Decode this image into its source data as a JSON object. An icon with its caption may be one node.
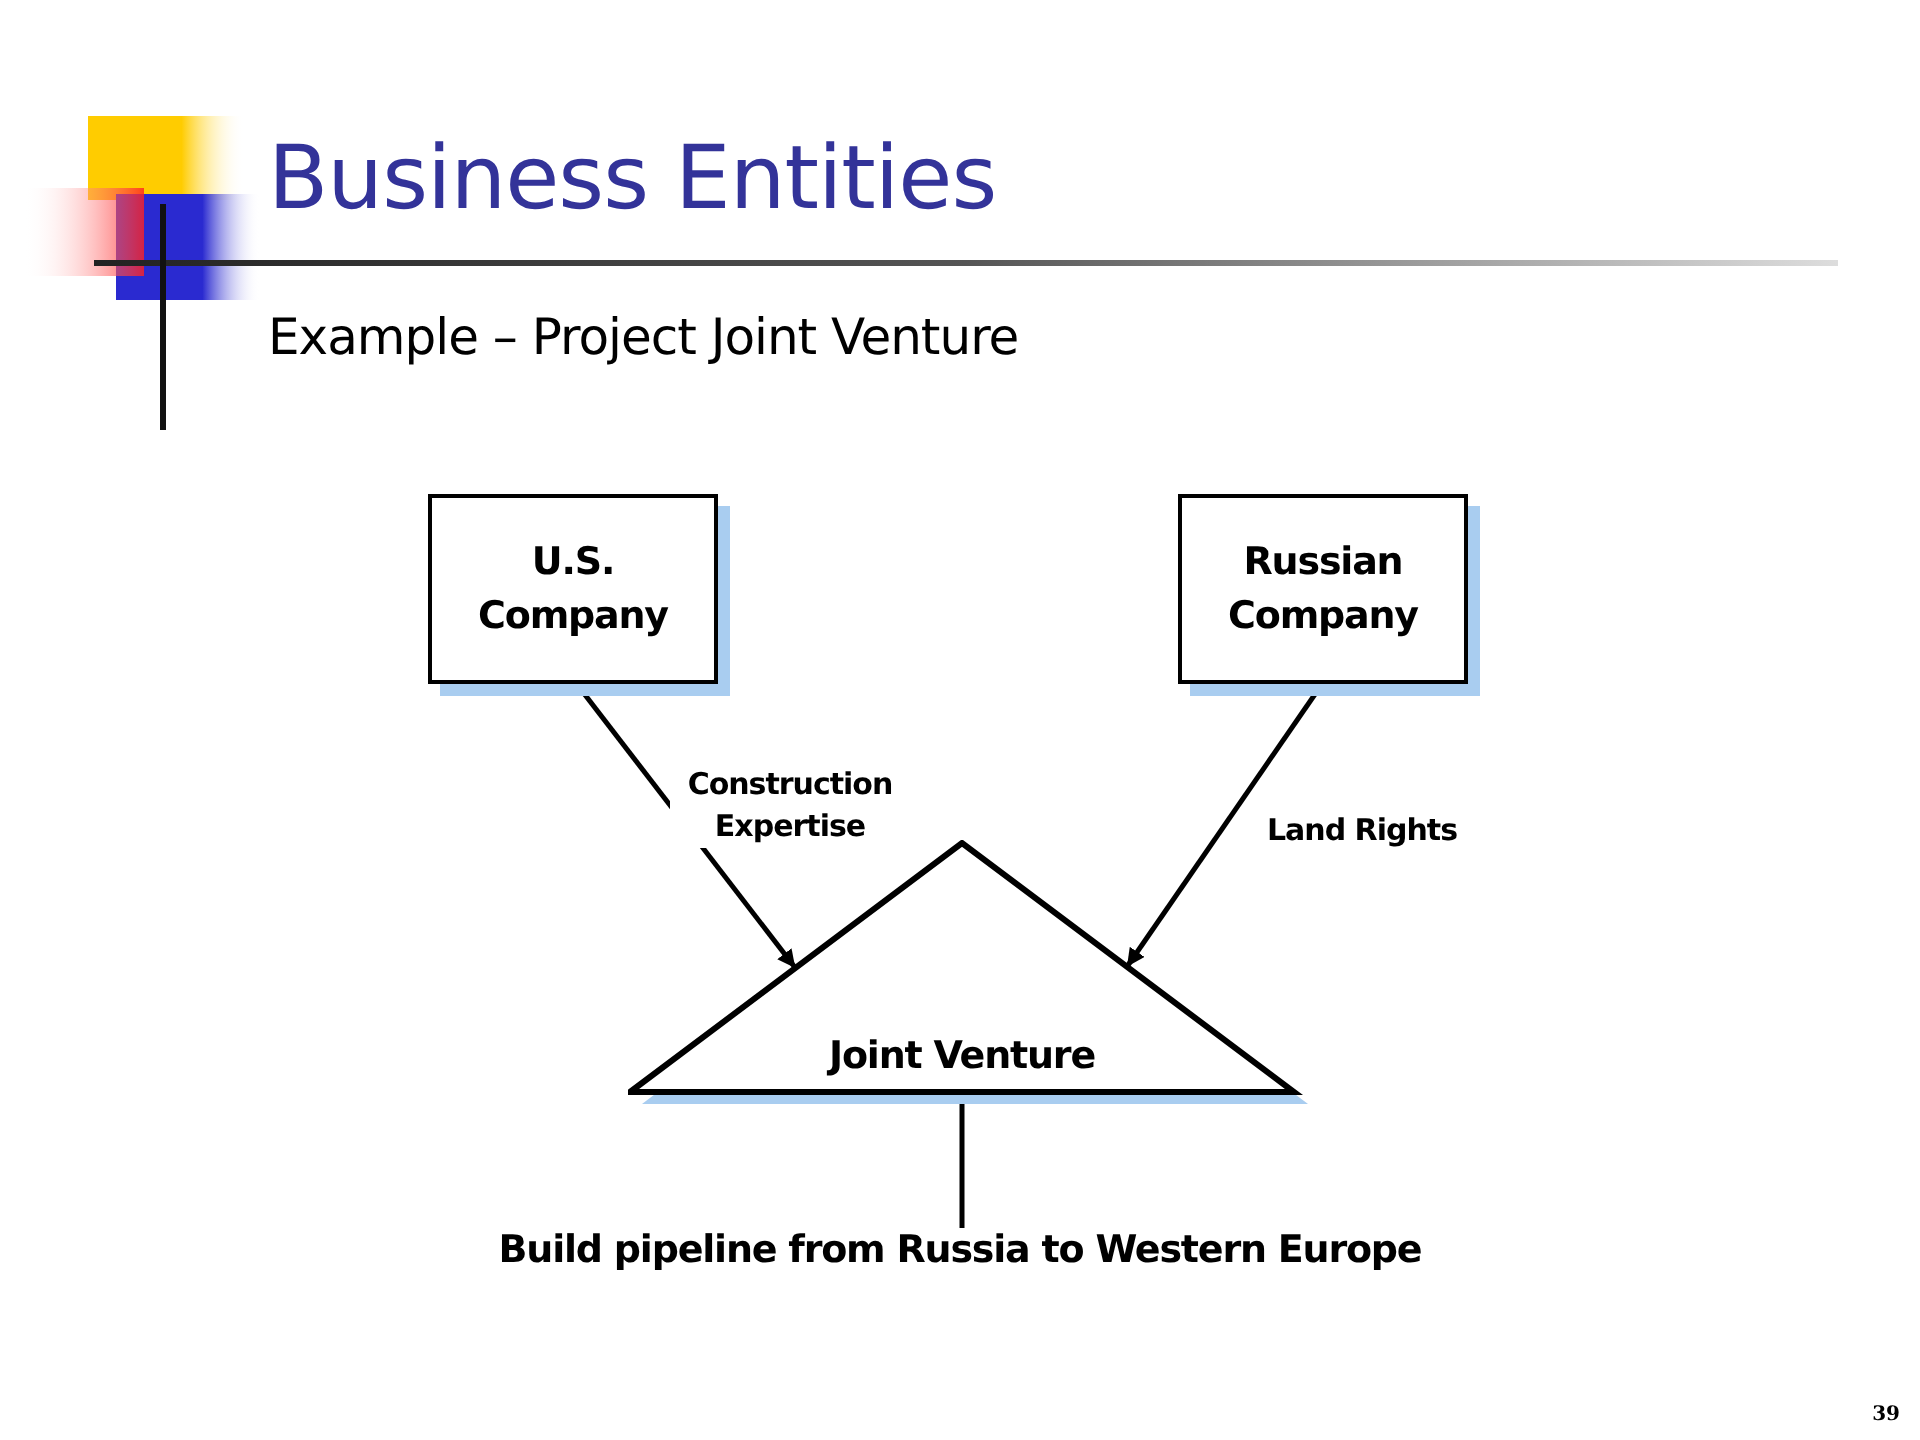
{
  "diagram": {
    "title": "Business Entities",
    "nodes": [
      {
        "text": [
          "U.S. Company"
        ]
      },
      {
        "text": [
          "Russian Company"
        ]
      },
      {
        "text": [
          "Joint Venture"
        ]
      },
      {
        "text": [
          "Build pipeline from Russia to Western Europe"
        ]
      }
    ],
    "edges": [
      {
        "from": 0,
        "to": 2,
        "arrow": "to",
        "label": "Construction Expertise"
      },
      {
        "from": 1,
        "to": 2,
        "arrow": "to",
        "label": "Land Rights"
      },
      {
        "from": 2,
        "to": 3,
        "arrow": "none"
      }
    ],
    "labels": [
      "Example – Project Joint Venture",
      "39"
    ]
  }
}
